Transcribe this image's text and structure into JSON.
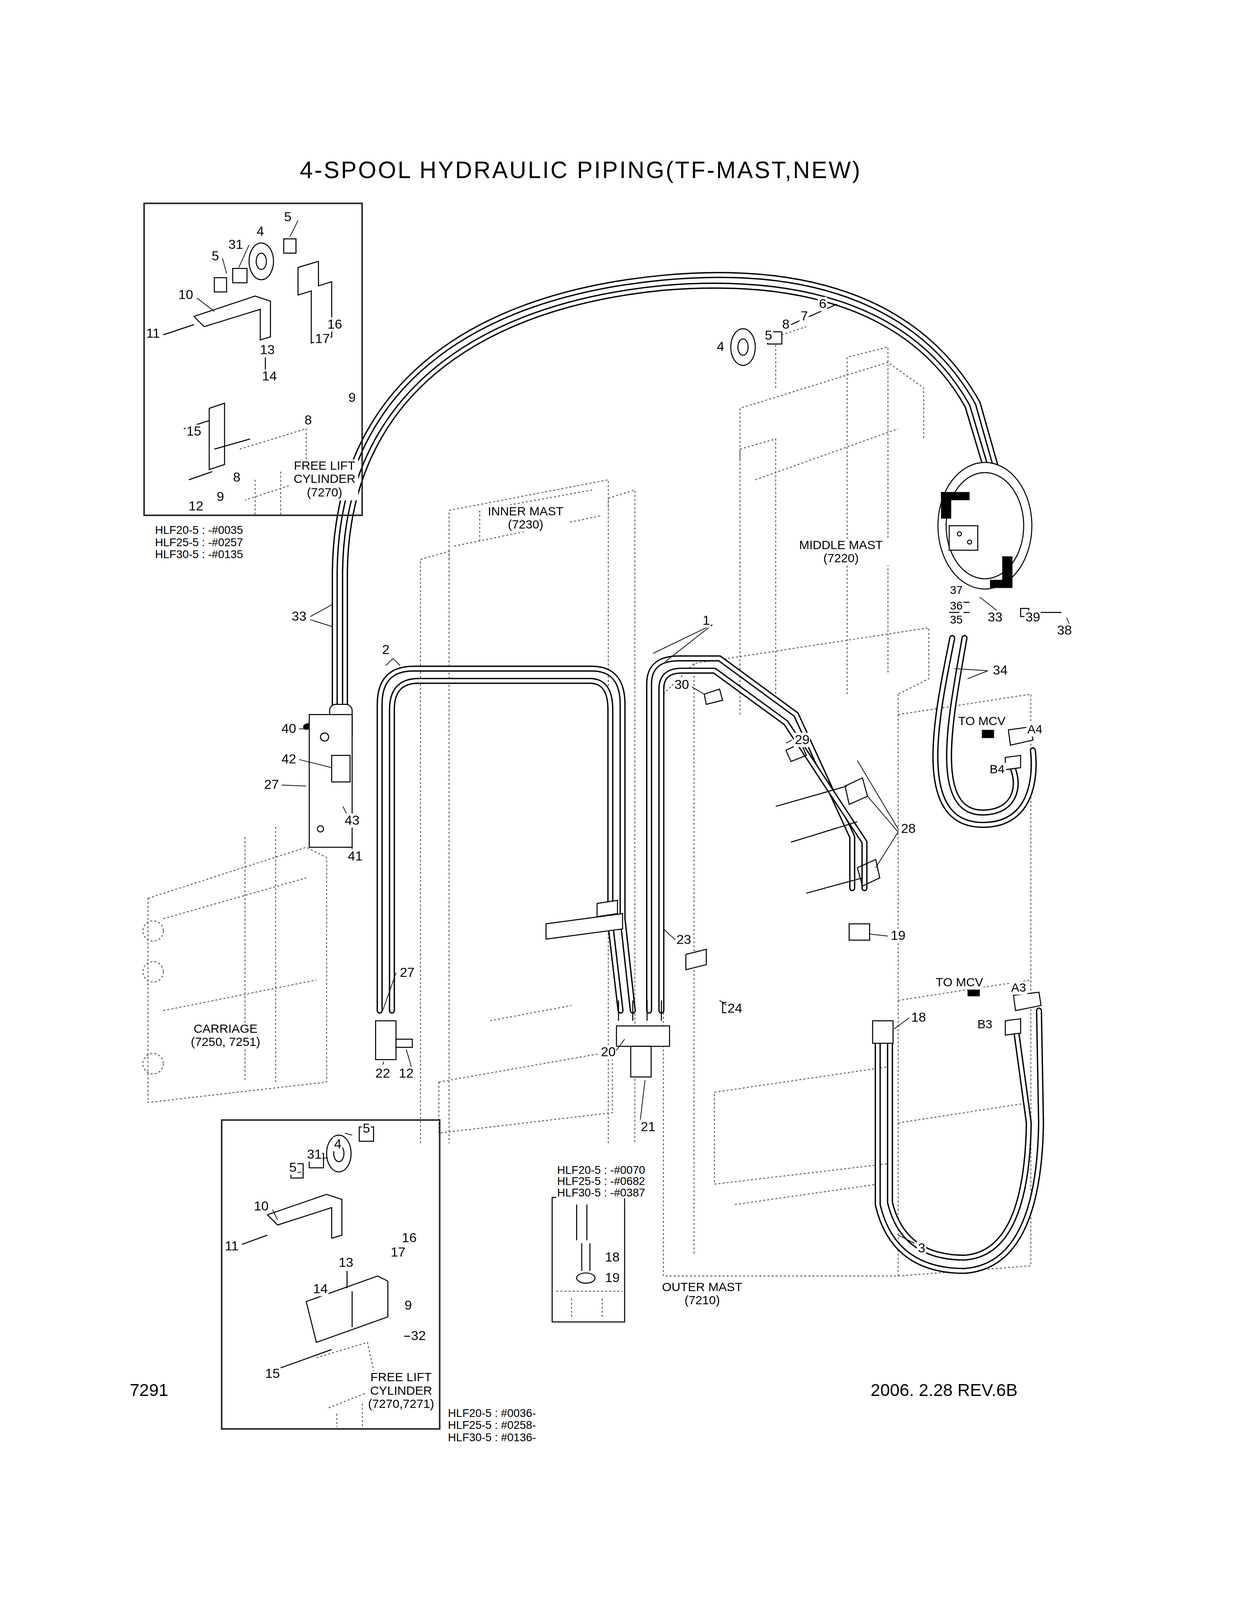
{
  "diagram": {
    "title": "4-SPOOL HYDRAULIC PIPING(TF-MAST,NEW)",
    "nodes": [
      {
        "text": [
          "FREE LIFT CYLINDER (7270)"
        ]
      },
      {
        "text": [
          "FREE LIFT CYLINDER (7270,7271)"
        ]
      }
    ],
    "labels": [
      "5",
      "4",
      "31",
      "5",
      "10",
      "11",
      "16",
      "17",
      "13",
      "14",
      "9",
      "8",
      "15",
      "8",
      "9",
      "12",
      "HLF20-5 : -#0035",
      "HLF25-5 : -#0257",
      "HLF30-5 : -#0135",
      "6",
      "7",
      "8",
      "5",
      "4",
      "INNER MAST (7230)",
      "MIDDLE MAST (7220)",
      "33",
      "2",
      "1",
      "30",
      "29",
      "40",
      "42",
      "27",
      "43",
      "41",
      "37",
      "36",
      "35",
      "33",
      "39",
      "38",
      "34",
      "TO MCV",
      "A4",
      "B4",
      "28",
      "19",
      "23",
      "27",
      "24",
      "TO MCV",
      "A3",
      "B3",
      "18",
      "CARRIAGE (7250, 7251)",
      "20",
      "22",
      "12",
      "21",
      "HLF20-5 : -#0070",
      "HLF25-5 : -#0682",
      "HLF30-5 : -#0387",
      "18",
      "19",
      "3",
      "OUTER MAST (7210)",
      "5",
      "4",
      "31",
      "5",
      "10",
      "11",
      "16",
      "17",
      "13",
      "14",
      "9",
      "32",
      "15",
      "7291",
      "HLF20-5 : #0036-",
      "HLF25-5 : #0258-",
      "HLF30-5 : #0136-",
      "2006. 2.28 REV.6B"
    ]
  }
}
